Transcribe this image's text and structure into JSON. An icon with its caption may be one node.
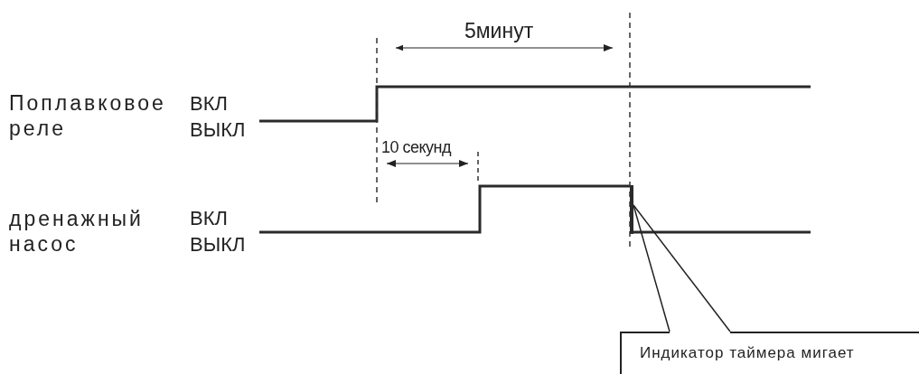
{
  "diagram": {
    "nodes": [
      {
        "text": [
          "Индикатор таймера мигает"
        ]
      },
      {
        "text": [],
        "shape": "bar"
      }
    ],
    "edges": [
      {
        "from": 0,
        "to": 1,
        "arrow": "none"
      },
      {
        "from": 0,
        "to": 1,
        "arrow": "none"
      }
    ],
    "labels": [
      "Поплавковое реле",
      "ВКЛ",
      "ВЫКЛ",
      "дренажный насос",
      "ВКЛ",
      "ВЫКЛ",
      "5минут",
      "10 секунд"
    ]
  }
}
